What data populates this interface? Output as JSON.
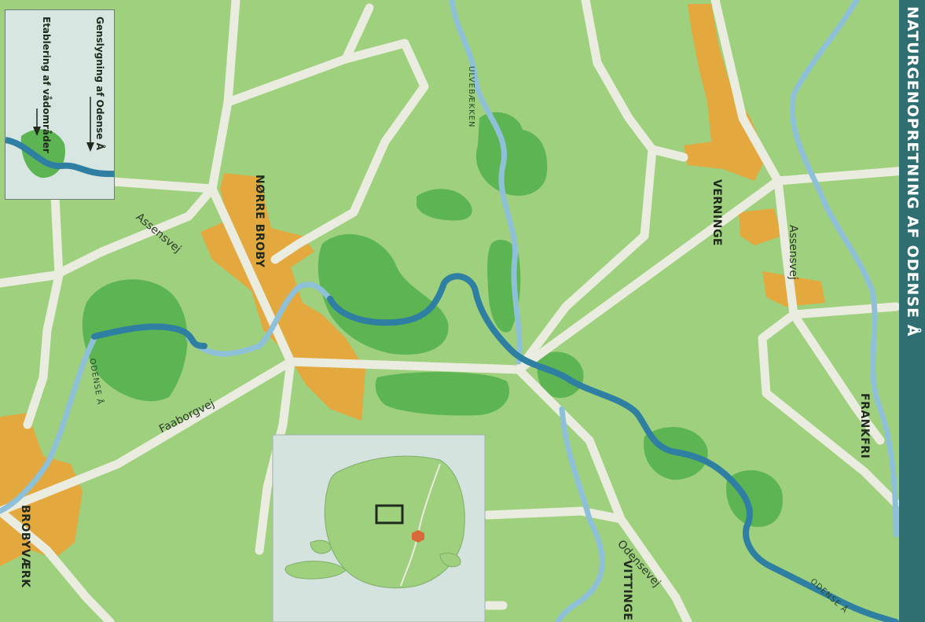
{
  "title": "NATURGENOPRETNING AF ODENSE Å",
  "legend": {
    "item1": "Genslygning af Odense Å",
    "item2": "Etablering af vådområder"
  },
  "places": {
    "norre_broby": "NØRRE BROBY",
    "verninge": "VERNINGE",
    "frankfri": "FRANKFRI",
    "brobyvaerk": "BROBYVÆRK",
    "vitting": "VITTINGE"
  },
  "roads": {
    "assensvej_w": "Assensvej",
    "assensvej_e": "Assensvej",
    "faaborgvej": "Faaborgvej",
    "odensevej": "Odensevej"
  },
  "rivers": {
    "ulvebaekken": "ULVEBÆKKEN",
    "odense_a_w": "ODENSE Å",
    "odense_a_e": "ODENSE Å"
  },
  "colors": {
    "land": "#9fd07e",
    "wetland": "#5cb552",
    "town": "#e3a83e",
    "road": "#e9ecdf",
    "river_restored": "#2e7fa1",
    "river": "#8ec1d8",
    "title_band": "#2f6f72"
  }
}
